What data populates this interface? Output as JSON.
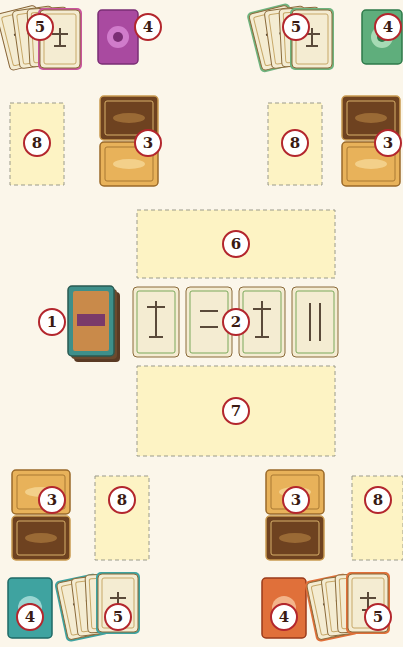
{
  "diagram": {
    "labels": [
      "5",
      "4",
      "5",
      "4",
      "8",
      "3",
      "8",
      "3",
      "6",
      "1",
      "2",
      "7",
      "3",
      "8",
      "3",
      "8",
      "4",
      "5",
      "4",
      "5"
    ]
  }
}
